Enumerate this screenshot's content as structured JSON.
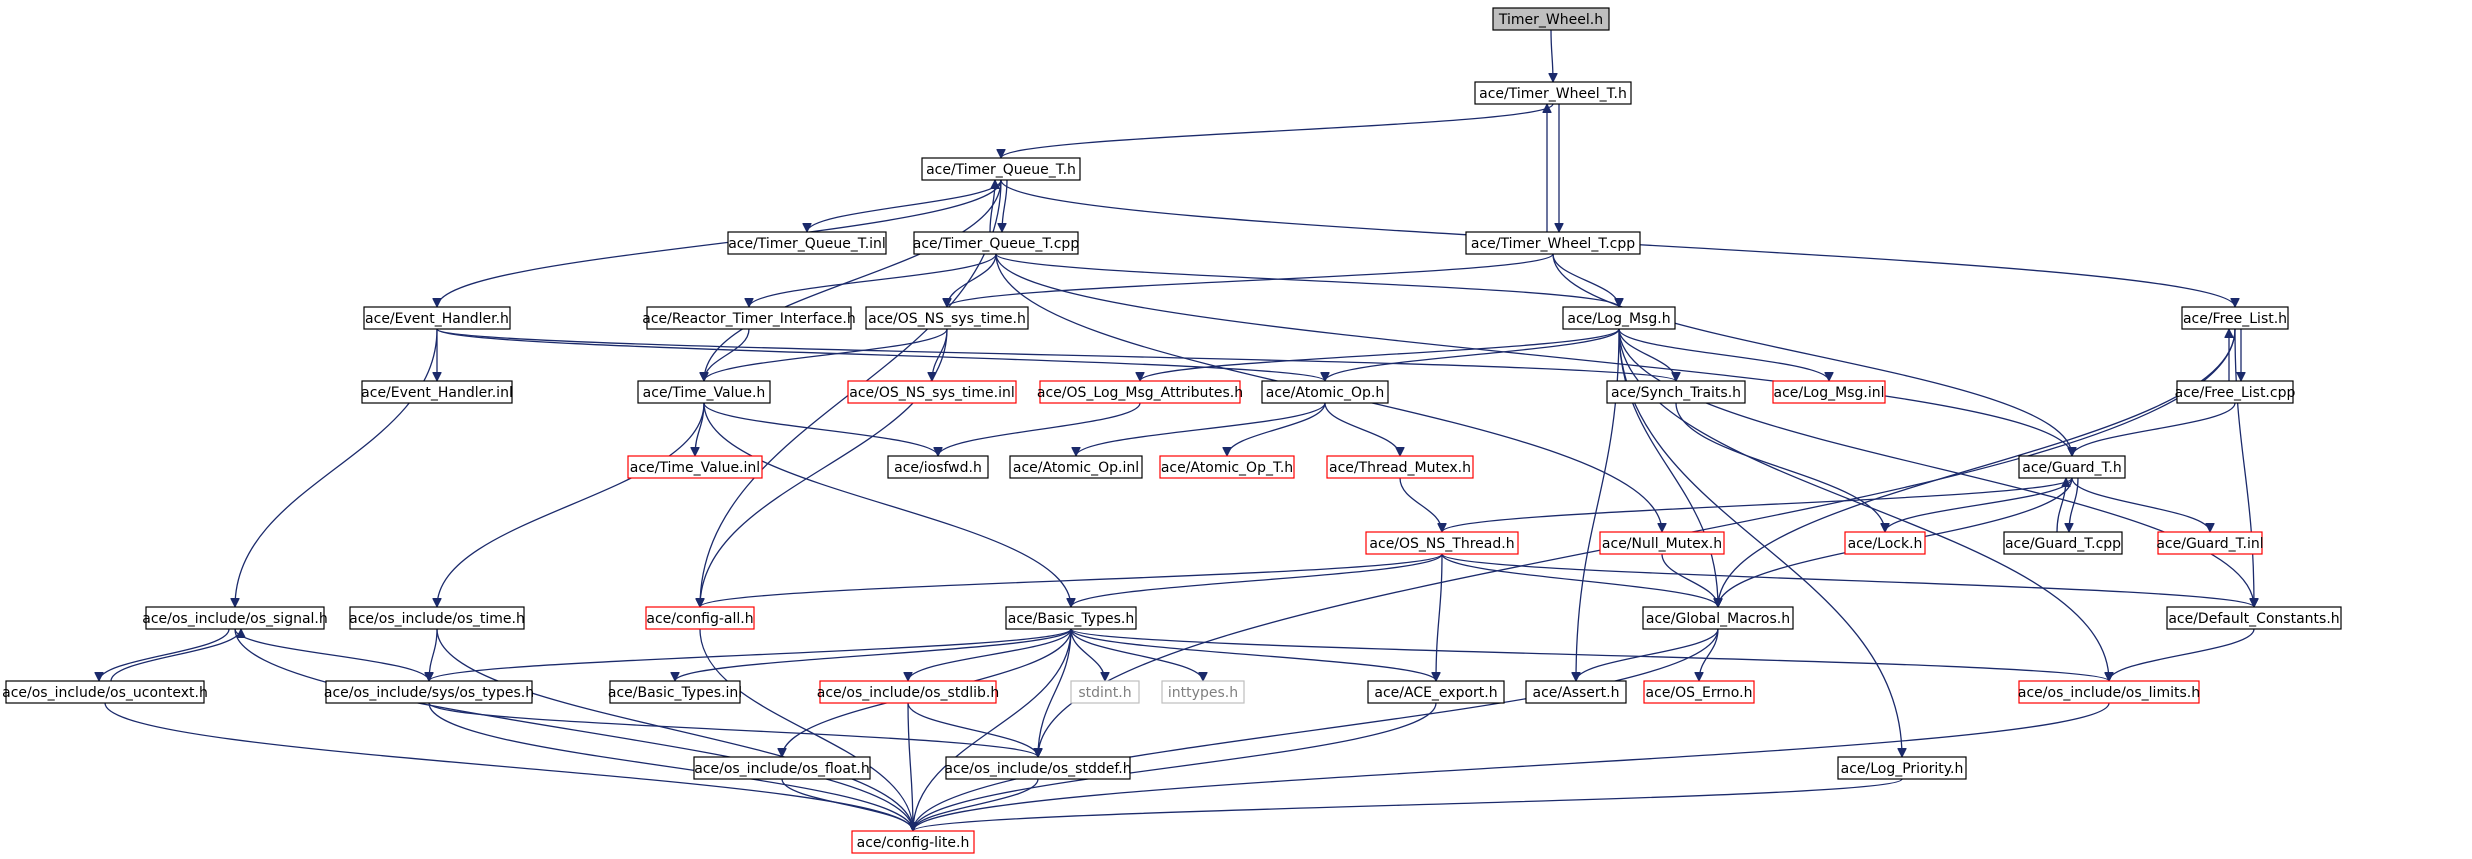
{
  "diagram": {
    "nodes": [
      {
        "id": "timer_wheel",
        "label": "Timer_Wheel.h",
        "style": "root"
      },
      {
        "id": "timer_wheel_t_h",
        "label": "ace/Timer_Wheel_T.h",
        "style": "normal"
      },
      {
        "id": "timer_queue_t_h",
        "label": "ace/Timer_Queue_T.h",
        "style": "normal"
      },
      {
        "id": "timer_queue_t_inl",
        "label": "ace/Timer_Queue_T.inl",
        "style": "normal"
      },
      {
        "id": "timer_queue_t_cpp",
        "label": "ace/Timer_Queue_T.cpp",
        "style": "normal"
      },
      {
        "id": "timer_wheel_t_cpp",
        "label": "ace/Timer_Wheel_T.cpp",
        "style": "normal"
      },
      {
        "id": "event_handler_h",
        "label": "ace/Event_Handler.h",
        "style": "normal"
      },
      {
        "id": "reactor_timer_interface",
        "label": "ace/Reactor_Timer_Interface.h",
        "style": "normal"
      },
      {
        "id": "os_ns_sys_time_h",
        "label": "ace/OS_NS_sys_time.h",
        "style": "normal"
      },
      {
        "id": "log_msg_h",
        "label": "ace/Log_Msg.h",
        "style": "normal"
      },
      {
        "id": "free_list_h",
        "label": "ace/Free_List.h",
        "style": "normal"
      },
      {
        "id": "event_handler_inl",
        "label": "ace/Event_Handler.inl",
        "style": "normal"
      },
      {
        "id": "time_value_h",
        "label": "ace/Time_Value.h",
        "style": "normal"
      },
      {
        "id": "os_ns_sys_time_inl",
        "label": "ace/OS_NS_sys_time.inl",
        "style": "missing"
      },
      {
        "id": "os_log_msg_attributes",
        "label": "ace/OS_Log_Msg_Attributes.h",
        "style": "missing"
      },
      {
        "id": "atomic_op_h",
        "label": "ace/Atomic_Op.h",
        "style": "normal"
      },
      {
        "id": "synch_traits_h",
        "label": "ace/Synch_Traits.h",
        "style": "normal"
      },
      {
        "id": "log_msg_inl",
        "label": "ace/Log_Msg.inl",
        "style": "missing"
      },
      {
        "id": "free_list_cpp",
        "label": "ace/Free_List.cpp",
        "style": "normal"
      },
      {
        "id": "time_value_inl",
        "label": "ace/Time_Value.inl",
        "style": "missing"
      },
      {
        "id": "iosfwd_h",
        "label": "ace/iosfwd.h",
        "style": "normal"
      },
      {
        "id": "atomic_op_inl",
        "label": "ace/Atomic_Op.inl",
        "style": "normal"
      },
      {
        "id": "atomic_op_t_h",
        "label": "ace/Atomic_Op_T.h",
        "style": "missing"
      },
      {
        "id": "thread_mutex_h",
        "label": "ace/Thread_Mutex.h",
        "style": "missing"
      },
      {
        "id": "guard_t_h",
        "label": "ace/Guard_T.h",
        "style": "normal"
      },
      {
        "id": "os_ns_thread_h",
        "label": "ace/OS_NS_Thread.h",
        "style": "missing"
      },
      {
        "id": "null_mutex_h",
        "label": "ace/Null_Mutex.h",
        "style": "missing"
      },
      {
        "id": "lock_h",
        "label": "ace/Lock.h",
        "style": "missing"
      },
      {
        "id": "guard_t_cpp",
        "label": "ace/Guard_T.cpp",
        "style": "normal"
      },
      {
        "id": "guard_t_inl",
        "label": "ace/Guard_T.inl",
        "style": "missing"
      },
      {
        "id": "os_signal_h",
        "label": "ace/os_include/os_signal.h",
        "style": "normal"
      },
      {
        "id": "os_time_h",
        "label": "ace/os_include/os_time.h",
        "style": "normal"
      },
      {
        "id": "config_all_h",
        "label": "ace/config-all.h",
        "style": "missing"
      },
      {
        "id": "basic_types_h",
        "label": "ace/Basic_Types.h",
        "style": "normal"
      },
      {
        "id": "global_macros_h",
        "label": "ace/Global_Macros.h",
        "style": "normal"
      },
      {
        "id": "default_constants_h",
        "label": "ace/Default_Constants.h",
        "style": "normal"
      },
      {
        "id": "os_ucontext_h",
        "label": "ace/os_include/os_ucontext.h",
        "style": "normal"
      },
      {
        "id": "sys_types_h",
        "label": "ace/os_include/sys/os_types.h",
        "style": "normal"
      },
      {
        "id": "basic_types_inl",
        "label": "ace/Basic_Types.inl",
        "style": "normal"
      },
      {
        "id": "os_stdlib_h",
        "label": "ace/os_include/os_stdlib.h",
        "style": "missing"
      },
      {
        "id": "stdint_h",
        "label": "stdint.h",
        "style": "external"
      },
      {
        "id": "inttypes_h",
        "label": "inttypes.h",
        "style": "external"
      },
      {
        "id": "ace_export_h",
        "label": "ace/ACE_export.h",
        "style": "normal"
      },
      {
        "id": "assert_h",
        "label": "ace/Assert.h",
        "style": "normal"
      },
      {
        "id": "os_errno_h",
        "label": "ace/OS_Errno.h",
        "style": "missing"
      },
      {
        "id": "os_limits_h",
        "label": "ace/os_include/os_limits.h",
        "style": "missing"
      },
      {
        "id": "os_float_h",
        "label": "ace/os_include/os_float.h",
        "style": "normal"
      },
      {
        "id": "os_stddef_h",
        "label": "ace/os_include/os_stddef.h",
        "style": "normal"
      },
      {
        "id": "log_priority_h",
        "label": "ace/Log_Priority.h",
        "style": "normal"
      },
      {
        "id": "config_lite_h",
        "label": "ace/config-lite.h",
        "style": "missing"
      }
    ],
    "edges": [
      [
        "timer_wheel",
        "timer_wheel_t_h"
      ],
      [
        "timer_wheel_t_h",
        "timer_queue_t_h"
      ],
      [
        "timer_wheel_t_h",
        "timer_wheel_t_cpp"
      ],
      [
        "timer_wheel_t_cpp",
        "timer_wheel_t_h"
      ],
      [
        "timer_queue_t_h",
        "timer_queue_t_inl"
      ],
      [
        "timer_queue_t_h",
        "timer_queue_t_cpp"
      ],
      [
        "timer_queue_t_cpp",
        "timer_queue_t_h"
      ],
      [
        "timer_queue_t_h",
        "event_handler_h"
      ],
      [
        "timer_queue_t_h",
        "time_value_h"
      ],
      [
        "timer_queue_t_h",
        "free_list_h"
      ],
      [
        "timer_queue_t_h",
        "config_all_h"
      ],
      [
        "timer_queue_t_cpp",
        "reactor_timer_interface"
      ],
      [
        "timer_queue_t_cpp",
        "os_ns_sys_time_h"
      ],
      [
        "timer_queue_t_cpp",
        "log_msg_h"
      ],
      [
        "timer_queue_t_cpp",
        "guard_t_h"
      ],
      [
        "timer_queue_t_cpp",
        "null_mutex_h"
      ],
      [
        "timer_wheel_t_cpp",
        "os_ns_sys_time_h"
      ],
      [
        "timer_wheel_t_cpp",
        "log_msg_h"
      ],
      [
        "timer_wheel_t_cpp",
        "guard_t_h"
      ],
      [
        "event_handler_h",
        "event_handler_inl"
      ],
      [
        "event_handler_h",
        "os_signal_h"
      ],
      [
        "event_handler_h",
        "atomic_op_h"
      ],
      [
        "event_handler_h",
        "synch_traits_h"
      ],
      [
        "reactor_timer_interface",
        "time_value_h"
      ],
      [
        "os_ns_sys_time_h",
        "time_value_h"
      ],
      [
        "os_ns_sys_time_h",
        "os_ns_sys_time_inl"
      ],
      [
        "os_ns_sys_time_h",
        "config_all_h"
      ],
      [
        "log_msg_h",
        "os_log_msg_attributes"
      ],
      [
        "log_msg_h",
        "atomic_op_h"
      ],
      [
        "log_msg_h",
        "synch_traits_h"
      ],
      [
        "log_msg_h",
        "log_msg_inl"
      ],
      [
        "log_msg_h",
        "assert_h"
      ],
      [
        "log_msg_h",
        "global_macros_h"
      ],
      [
        "log_msg_h",
        "default_constants_h"
      ],
      [
        "log_msg_h",
        "log_priority_h"
      ],
      [
        "log_msg_h",
        "os_limits_h"
      ],
      [
        "free_list_h",
        "free_list_cpp"
      ],
      [
        "free_list_cpp",
        "free_list_h"
      ],
      [
        "free_list_h",
        "global_macros_h"
      ],
      [
        "free_list_h",
        "default_constants_h"
      ],
      [
        "free_list_h",
        "os_stddef_h"
      ],
      [
        "free_list_cpp",
        "guard_t_h"
      ],
      [
        "time_value_h",
        "time_value_inl"
      ],
      [
        "time_value_h",
        "iosfwd_h"
      ],
      [
        "time_value_h",
        "os_time_h"
      ],
      [
        "time_value_h",
        "basic_types_h"
      ],
      [
        "os_log_msg_attributes",
        "iosfwd_h"
      ],
      [
        "atomic_op_h",
        "atomic_op_inl"
      ],
      [
        "atomic_op_h",
        "atomic_op_t_h"
      ],
      [
        "atomic_op_h",
        "thread_mutex_h"
      ],
      [
        "thread_mutex_h",
        "os_ns_thread_h"
      ],
      [
        "synch_traits_h",
        "lock_h"
      ],
      [
        "guard_t_h",
        "lock_h"
      ],
      [
        "guard_t_h",
        "guard_t_cpp"
      ],
      [
        "guard_t_cpp",
        "guard_t_h"
      ],
      [
        "guard_t_h",
        "guard_t_inl"
      ],
      [
        "guard_t_h",
        "os_ns_thread_h"
      ],
      [
        "guard_t_h",
        "global_macros_h"
      ],
      [
        "os_ns_thread_h",
        "config_all_h"
      ],
      [
        "os_ns_thread_h",
        "basic_types_h"
      ],
      [
        "os_ns_thread_h",
        "global_macros_h"
      ],
      [
        "os_ns_thread_h",
        "default_constants_h"
      ],
      [
        "os_ns_thread_h",
        "ace_export_h"
      ],
      [
        "null_mutex_h",
        "global_macros_h"
      ],
      [
        "os_signal_h",
        "os_ucontext_h"
      ],
      [
        "os_ucontext_h",
        "os_signal_h"
      ],
      [
        "os_signal_h",
        "sys_types_h"
      ],
      [
        "os_signal_h",
        "config_lite_h"
      ],
      [
        "os_time_h",
        "sys_types_h"
      ],
      [
        "os_time_h",
        "config_lite_h"
      ],
      [
        "config_all_h",
        "config_lite_h"
      ],
      [
        "basic_types_h",
        "sys_types_h"
      ],
      [
        "basic_types_h",
        "basic_types_inl"
      ],
      [
        "basic_types_h",
        "os_stdlib_h"
      ],
      [
        "basic_types_h",
        "stdint_h"
      ],
      [
        "basic_types_h",
        "inttypes_h"
      ],
      [
        "basic_types_h",
        "ace_export_h"
      ],
      [
        "basic_types_h",
        "os_limits_h"
      ],
      [
        "basic_types_h",
        "os_float_h"
      ],
      [
        "basic_types_h",
        "os_stddef_h"
      ],
      [
        "basic_types_h",
        "config_lite_h"
      ],
      [
        "global_macros_h",
        "assert_h"
      ],
      [
        "global_macros_h",
        "os_errno_h"
      ],
      [
        "global_macros_h",
        "config_lite_h"
      ],
      [
        "default_constants_h",
        "os_limits_h"
      ],
      [
        "os_ucontext_h",
        "config_lite_h"
      ],
      [
        "sys_types_h",
        "os_stddef_h"
      ],
      [
        "sys_types_h",
        "config_lite_h"
      ],
      [
        "os_stdlib_h",
        "os_stddef_h"
      ],
      [
        "os_stdlib_h",
        "config_lite_h"
      ],
      [
        "ace_export_h",
        "config_lite_h"
      ],
      [
        "os_limits_h",
        "config_lite_h"
      ],
      [
        "os_float_h",
        "config_lite_h"
      ],
      [
        "os_stddef_h",
        "config_lite_h"
      ],
      [
        "log_priority_h",
        "config_lite_h"
      ]
    ]
  }
}
